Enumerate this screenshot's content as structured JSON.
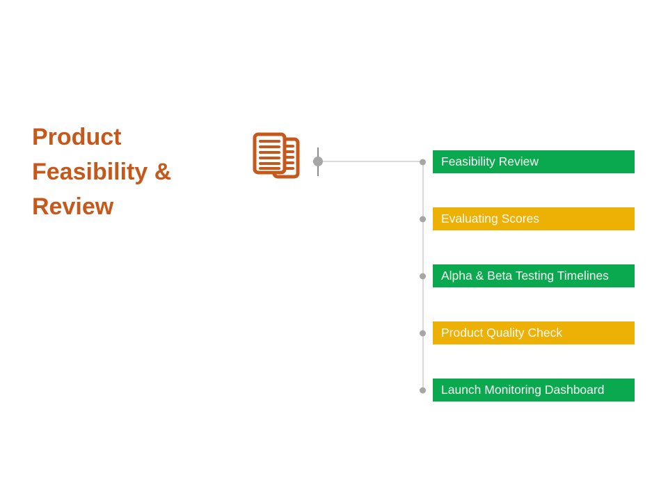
{
  "slide": {
    "background": "#FFFFFF",
    "title": {
      "text": "Product Feasibility & Review",
      "lines": [
        "Product",
        "Feasibility &",
        "Review"
      ],
      "color": "#C5581B"
    },
    "icon": {
      "name": "documents-report-icon",
      "color": "#C5581B"
    },
    "connector": {
      "line_color": "#D9D9D9",
      "dot_color": "#A6A6A6",
      "stem_color": "#8C8C8C"
    },
    "items": [
      {
        "label": "Feasibility Review",
        "color": "#0BA94F"
      },
      {
        "label": "Evaluating Scores",
        "color": "#EDB004"
      },
      {
        "label": "Alpha & Beta Testing Timelines",
        "color": "#0BA94F"
      },
      {
        "label": "Product Quality Check",
        "color": "#EDB004"
      },
      {
        "label": "Launch Monitoring Dashboard",
        "color": "#0BA94F"
      }
    ],
    "item_text_color": "#F8FAF5"
  }
}
